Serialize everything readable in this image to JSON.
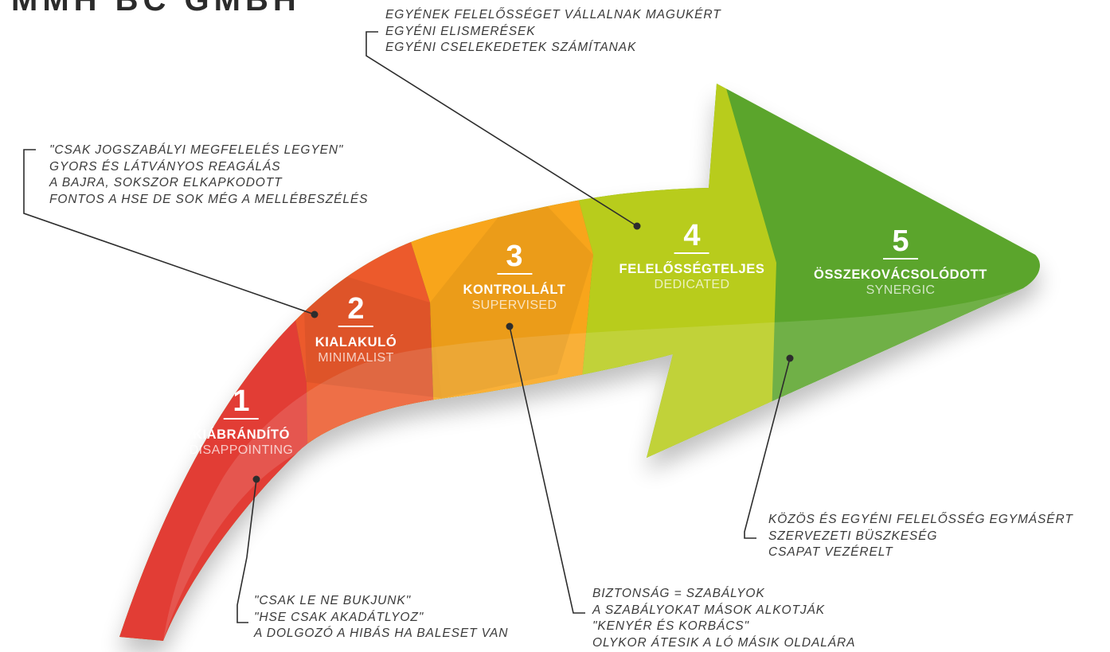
{
  "title_fragment": "MMH BC GMBH",
  "stages": [
    {
      "number": "1",
      "name": "KIÁBRÁNDÍTÓ",
      "english": "DISAPPOINTING",
      "color": "#e23d35"
    },
    {
      "number": "2",
      "name": "KIALAKULÓ",
      "english": "MINIMALIST",
      "color": "#ec5a2c"
    },
    {
      "number": "3",
      "name": "KONTROLLÁLT",
      "english": "SUPERVISED",
      "color": "#f8a51b"
    },
    {
      "number": "4",
      "name": "FELELŐSSÉGTELJES",
      "english": "DEDICATED",
      "color": "#b8cc1c"
    },
    {
      "number": "5",
      "name": "ÖSSZEKOVÁCSOLÓDOTT",
      "english": "SYNERGIC",
      "color": "#5ba52c"
    }
  ],
  "notes": {
    "stage1": [
      "\"CSAK LE NE BUKJUNK\"",
      "\"HSE CSAK AKADÁTLYOZ\"",
      "A DOLGOZÓ A HIBÁS HA BALESET VAN"
    ],
    "stage2": [
      "\"CSAK JOGSZABÁLYI MEGFELELÉS LEGYEN\"",
      "GYORS ÉS LÁTVÁNYOS REAGÁLÁS",
      "A BAJRA, SOKSZOR ELKAPKODOTT",
      "FONTOS A HSE DE SOK MÉG A MELLÉBESZÉLÉS"
    ],
    "stage3": [
      "BIZTONSÁG = SZABÁLYOK",
      "A SZABÁLYOKAT MÁSOK ALKOTJÁK",
      "\"KENYÉR ÉS KORBÁCS\"",
      "OLYKOR ÁTESIK A LÓ MÁSIK OLDALÁRA"
    ],
    "stage4": [
      "EGYÉNEK FELELŐSSÉGET VÁLLALNAK MAGUKÉRT",
      "EGYÉNI ELISMERÉSEK",
      "EGYÉNI CSELEKEDETEK SZÁMÍTANAK"
    ],
    "stage5": [
      "KÖZÖS ÉS EGYÉNI FELELŐSSÉG EGYMÁSÉRT",
      "SZERVEZETI BÜSZKESÉG",
      "CSAPAT VEZÉRELT"
    ]
  },
  "colors": {
    "text": "#3a3a3a",
    "leader": "#2d2d2d"
  }
}
